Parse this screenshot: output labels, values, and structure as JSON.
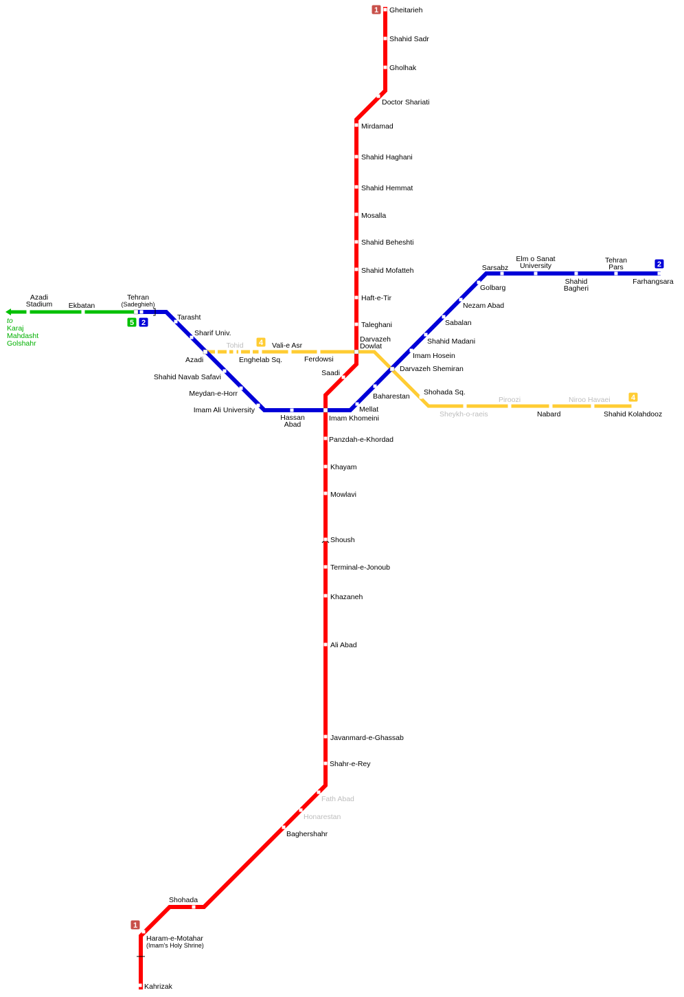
{
  "title": "Tehran Metro Map",
  "colors": {
    "line1": "#ff0000",
    "line2": "#0000d8",
    "line4": "#ffcc33",
    "line5": "#00c000",
    "badge1": "#c8504a",
    "planned_label": "#bdbdbd"
  },
  "lines": {
    "line1": {
      "number": "1",
      "stations": [
        {
          "name": "Gheitarieh"
        },
        {
          "name": "Shahid Sadr"
        },
        {
          "name": "Gholhak"
        },
        {
          "name": "Doctor Shariati"
        },
        {
          "name": "Mirdamad"
        },
        {
          "name": "Shahid Haghani"
        },
        {
          "name": "Shahid Hemmat"
        },
        {
          "name": "Mosalla"
        },
        {
          "name": "Shahid Beheshti"
        },
        {
          "name": "Shahid Mofatteh"
        },
        {
          "name": "Haft-e-Tir"
        },
        {
          "name": "Taleghani"
        },
        {
          "name": [
            "Darvazeh",
            "Dowlat"
          ]
        },
        {
          "name": "Saadi"
        },
        {
          "name": "Imam Khomeini"
        },
        {
          "name": "Panzdah-e-Khordad"
        },
        {
          "name": "Khayam"
        },
        {
          "name": "Mowlavi"
        },
        {
          "name": "Shoush"
        },
        {
          "name": "Terminal-e-Jonoub"
        },
        {
          "name": "Khazaneh"
        },
        {
          "name": "Ali Abad"
        },
        {
          "name": "Javanmard-e-Ghassab"
        },
        {
          "name": "Shahr-e-Rey"
        },
        {
          "name": "Fath Abad",
          "status": "planned"
        },
        {
          "name": "Honarestan",
          "status": "planned"
        },
        {
          "name": "Baghershahr"
        },
        {
          "name": "Shohada"
        },
        {
          "name": [
            "Haram-e-Motahar",
            "(Imam's Holy Shrine)"
          ]
        },
        {
          "name": "Kahrizak"
        }
      ]
    },
    "line2": {
      "number": "2",
      "stations": [
        {
          "name": [
            "Tehran",
            "(Sadeghieh)"
          ]
        },
        {
          "name": "Tarasht"
        },
        {
          "name": "Sharif Univ."
        },
        {
          "name": "Azadi"
        },
        {
          "name": "Shahid Navab Safavi"
        },
        {
          "name": "Meydan-e-Horr"
        },
        {
          "name": "Imam Ali University"
        },
        {
          "name": [
            "Hassan",
            "Abad"
          ]
        },
        {
          "name": "Mellat"
        },
        {
          "name": "Baharestan"
        },
        {
          "name": "Darvazeh Shemiran"
        },
        {
          "name": "Imam Hosein"
        },
        {
          "name": "Shahid Madani"
        },
        {
          "name": "Sabalan"
        },
        {
          "name": "Nezam Abad"
        },
        {
          "name": "Golbarg"
        },
        {
          "name": "Sarsabz"
        },
        {
          "name": [
            "Elm o Sanat",
            "University"
          ]
        },
        {
          "name": [
            "Shahid",
            "Bagheri"
          ]
        },
        {
          "name": [
            "Tehran",
            "Pars"
          ]
        },
        {
          "name": "Farhangsara"
        }
      ]
    },
    "line4": {
      "number": "4",
      "stations": [
        {
          "name": "Tohid",
          "status": "planned"
        },
        {
          "name": "Enghelab Sq."
        },
        {
          "name": "Vali-e Asr"
        },
        {
          "name": "Ferdowsi"
        },
        {
          "name": "Shohada Sq."
        },
        {
          "name": "Sheykh-o-raeis",
          "status": "planned"
        },
        {
          "name": "Piroozi",
          "status": "planned"
        },
        {
          "name": "Nabard"
        },
        {
          "name": "Niroo Havaei",
          "status": "planned"
        },
        {
          "name": "Shahid Kolahdooz"
        }
      ]
    },
    "line5": {
      "number": "5",
      "stations": [
        {
          "name": [
            "Azadi",
            "Stadium"
          ]
        },
        {
          "name": "Ekbatan"
        }
      ],
      "destination": [
        "to",
        "Karaj",
        "Mahdasht",
        "Golshahr"
      ]
    }
  }
}
